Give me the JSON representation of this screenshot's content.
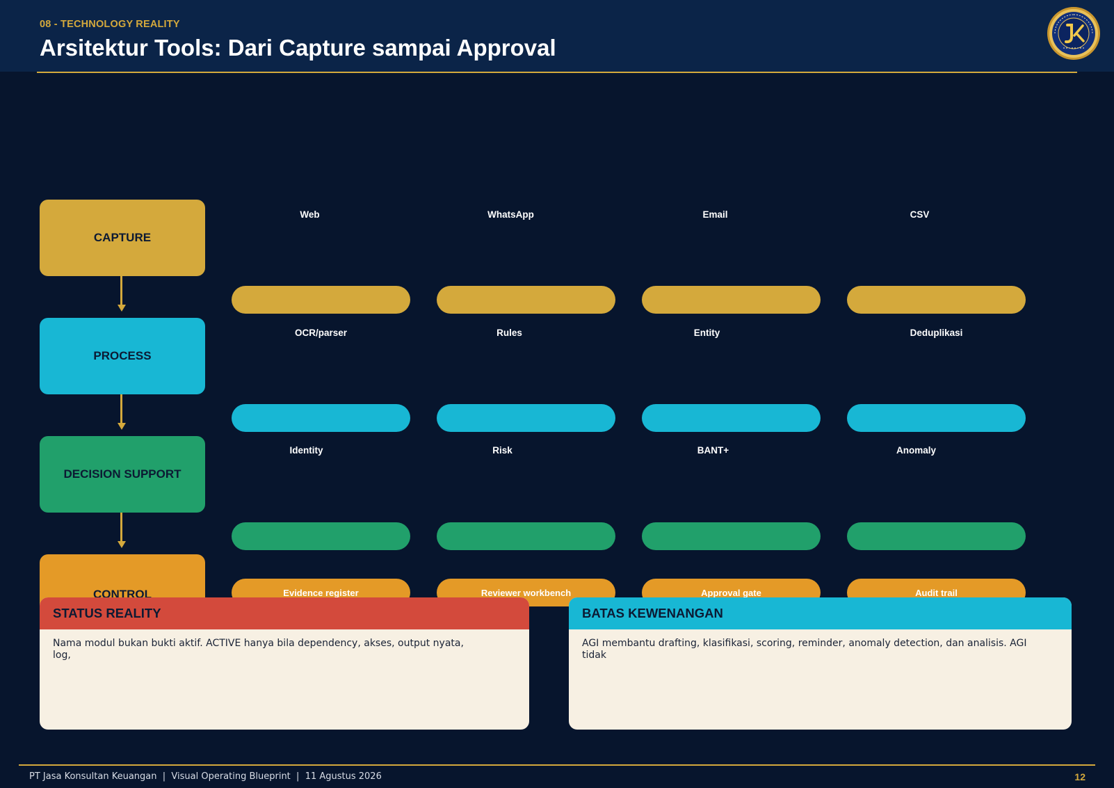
{
  "header": {
    "kicker": "08 - TECHNOLOGY REALITY",
    "title": "Arsitektur Tools: Dari Capture sampai Approval"
  },
  "colors": {
    "background": "#07152d",
    "header": "#0b2448",
    "gold": "#d4a93c",
    "capture": "#d4a93c",
    "process": "#18b7d4",
    "decision": "#21a06b",
    "control": "#e49a27",
    "status_header": "#d34a3c",
    "batas_header": "#18b7d4",
    "card_body": "#f7f0e3"
  },
  "layers": [
    {
      "name": "CAPTURE",
      "items": [
        "Web",
        "WhatsApp",
        "Email",
        "CSV"
      ]
    },
    {
      "name": "PROCESS",
      "items": [
        "OCR/parser",
        "Rules",
        "Entity",
        "Deduplikasi"
      ]
    },
    {
      "name": "DECISION SUPPORT",
      "items": [
        "Identity",
        "Risk",
        "BANT+",
        "Anomaly"
      ]
    },
    {
      "name": "CONTROL",
      "items": [
        "Evidence register",
        "Reviewer workbench",
        "Approval gate",
        "Audit trail"
      ]
    }
  ],
  "cards": {
    "status": {
      "title": "STATUS REALITY",
      "body": "Nama modul bukan bukti aktif. ACTIVE hanya bila dependency, akses, output nyata, log,"
    },
    "batas": {
      "title": "BATAS KEWENANGAN",
      "body": "AGI membantu drafting, klasifikasi, scoring, reminder, anomaly detection, dan analisis. AGI tidak"
    }
  },
  "footer": {
    "text": "PT Jasa Konsultan Keuangan  |  Visual Operating Blueprint  |  11 Agustus 2026",
    "page": "12"
  },
  "logo": {
    "ring_text": "PT. JASA KONSULTAN KEUANGAN",
    "bottom_text": "INDONESIA",
    "monogram": "JK"
  }
}
